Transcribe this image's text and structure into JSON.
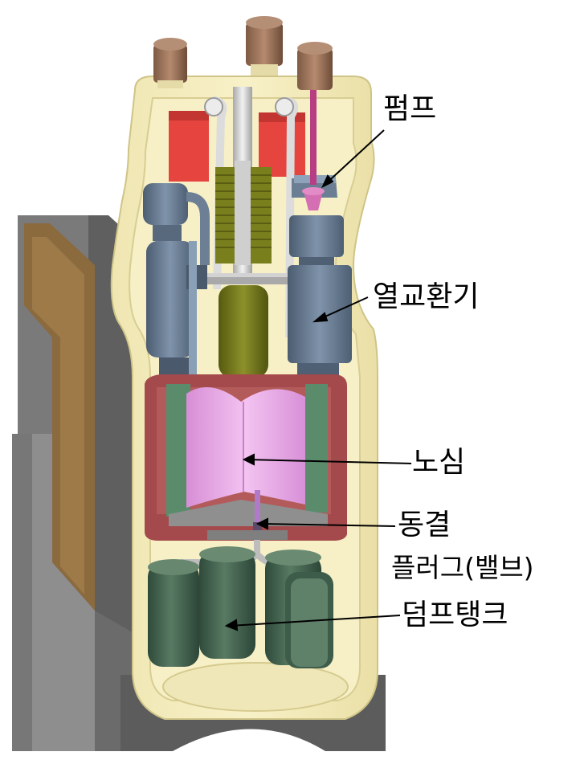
{
  "labels": {
    "pump": "펌프",
    "heat_exchanger": "열교환기",
    "core": "노심",
    "freeze_plug_line1": "동결",
    "freeze_plug_line2": "플러그(밸브)",
    "dump_tank": "덤프탱크"
  },
  "colors": {
    "vessel_cream": "#f4ecbc",
    "vessel_outline": "#d9ce95",
    "support_gray": "#8e8e8e",
    "support_brown": "#8b6a3e",
    "terminal_cap": "#9b7157",
    "pump_red": "#e6453f",
    "steel_blue": "#66798f",
    "olive_green": "#6f7319",
    "core_pink": "#e8a4e6",
    "vessel_red": "#a44a4c",
    "teal_green": "#3b5b48",
    "pipe_white": "#e0e0e0"
  }
}
